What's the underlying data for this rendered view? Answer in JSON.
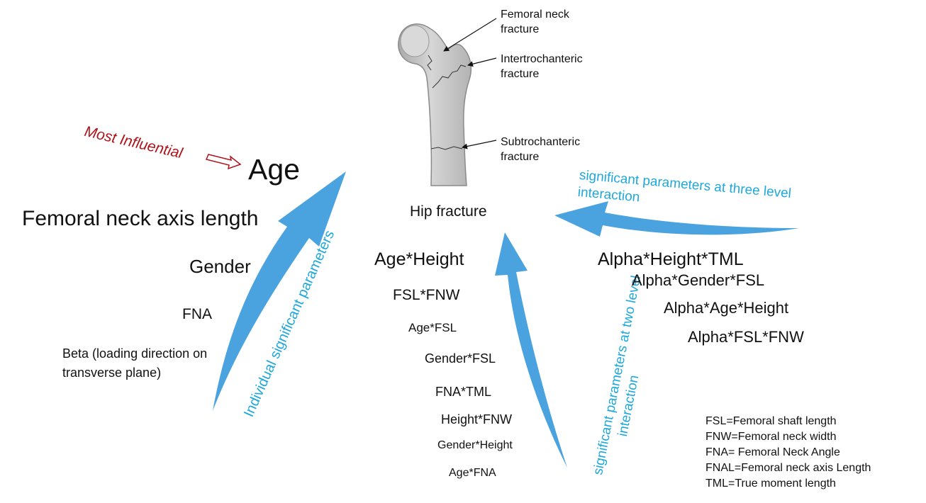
{
  "colors": {
    "text": "#111111",
    "accent_red": "#b0121b",
    "arrow_blue": "#4aa3df",
    "label_blue": "#1fa8db",
    "bone_fill": "#c9c9c9",
    "bone_stroke": "#8a8a8a"
  },
  "femur": {
    "callouts": [
      {
        "id": "neck",
        "line1": "Femoral neck",
        "line2": "fracture"
      },
      {
        "id": "inter",
        "line1": "Intertrochanteric",
        "line2": "fracture"
      },
      {
        "id": "sub",
        "line1": "Subtrochanteric",
        "line2": "fracture"
      }
    ]
  },
  "center_label": "Hip fracture",
  "individual": {
    "note": "Most Influential",
    "items": [
      "Age",
      "Femoral neck axis length",
      "Gender",
      "FNA",
      "Beta (loading direction on",
      "transverse plane)"
    ],
    "arrow_label": "Individual significant parameters"
  },
  "two_level": {
    "items": [
      "Age*Height",
      "FSL*FNW",
      "Age*FSL",
      "Gender*FSL",
      "FNA*TML",
      "Height*FNW",
      "Gender*Height",
      "Age*FNA"
    ],
    "arrow_label_line1": "significant parameters at two level",
    "arrow_label_line2": "interaction"
  },
  "three_level": {
    "items": [
      "Alpha*Height*TML",
      "Alpha*Gender*FSL",
      "Alpha*Age*Height",
      "Alpha*FSL*FNW"
    ],
    "arrow_label_line1": "significant parameters at three level",
    "arrow_label_line2": "interaction"
  },
  "legend": [
    "FSL=Femoral shaft length",
    "FNW=Femoral neck width",
    "FNA= Femoral Neck Angle",
    "FNAL=Femoral neck axis Length",
    "TML=True moment length"
  ]
}
